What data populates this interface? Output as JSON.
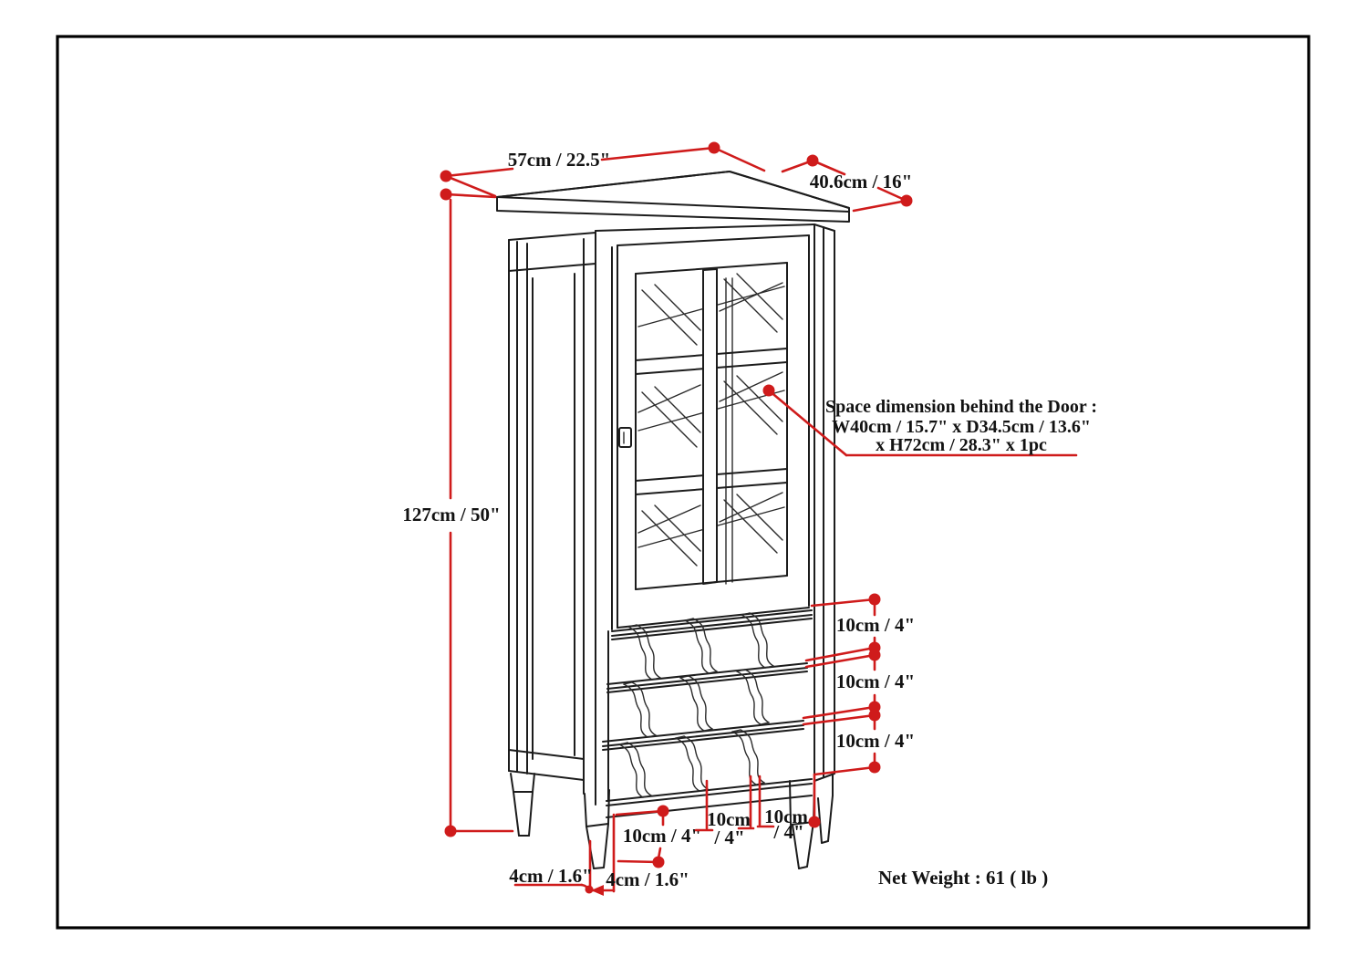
{
  "colors": {
    "dimension_red": "#cf1b1b",
    "line_black": "#1c1c1c",
    "background": "#ffffff"
  },
  "dimensions": {
    "top_width": "57cm / 22.5\"",
    "top_depth": "40.6cm / 16\"",
    "total_height": "127cm / 50\"",
    "rack_gaps": [
      "10cm / 4\"",
      "10cm / 4\"",
      "10cm / 4\""
    ],
    "front_gap": "10cm / 4\"",
    "slot_gap_1": {
      "top": "10cm",
      "bottom": "/ 4\""
    },
    "slot_gap_2": {
      "top": "10cm",
      "bottom": "/ 4\""
    },
    "foot_height": "4cm / 1.6\"",
    "foot_width": "4cm / 1.6\""
  },
  "note": {
    "line1": "Space dimension behind the Door :",
    "line2": "W40cm / 15.7\" x D34.5cm / 13.6\"",
    "line3": "x H72cm / 28.3\" x 1pc"
  },
  "footer": {
    "net_weight": "Net Weight : 61 ( lb )"
  }
}
